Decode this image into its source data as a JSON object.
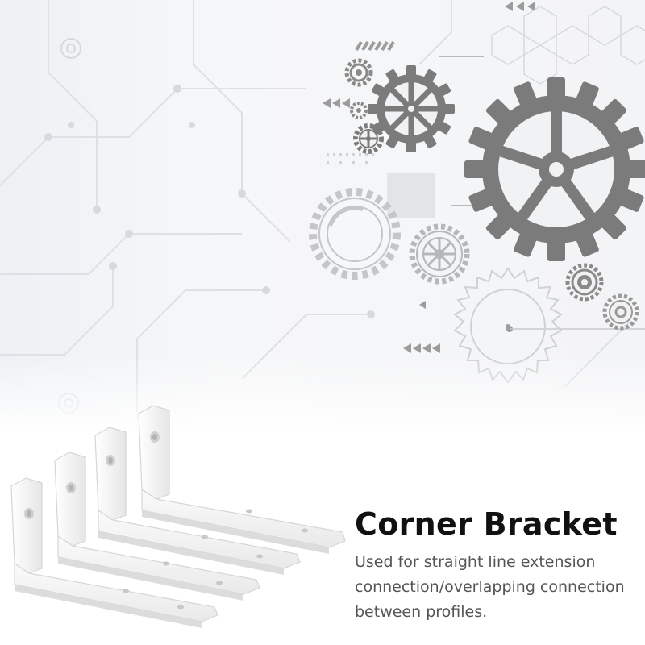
{
  "product": {
    "title": "Corner Bracket",
    "description": "Used for straight line extension connection/overlapping connection between profiles."
  },
  "graphics": {
    "background_motif": "gears-and-circuit-lines",
    "bracket_count": 4,
    "gear_color": "#7b7b7b",
    "outline_color": "#c9cbcd",
    "bracket_color": "#f2f2f2"
  }
}
